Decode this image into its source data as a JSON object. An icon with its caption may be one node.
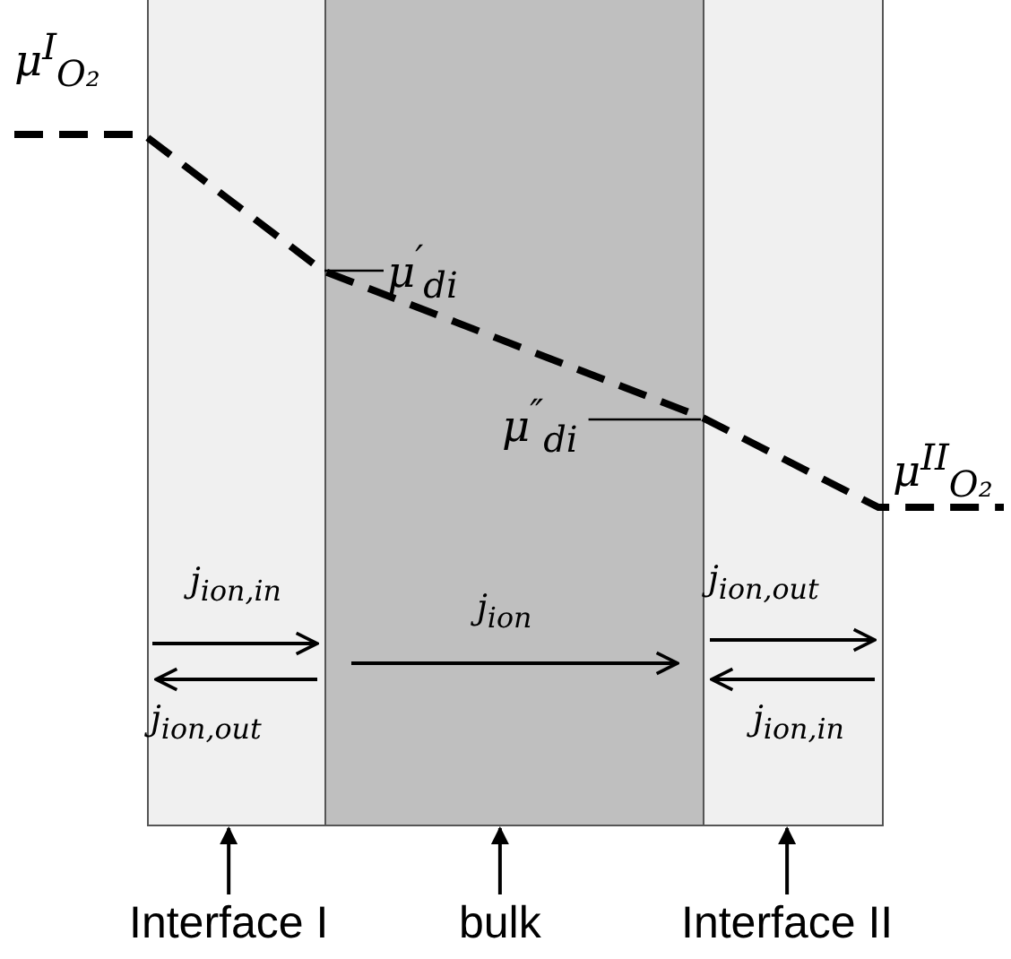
{
  "diagram": {
    "nodes": [
      {
        "text": [],
        "shape": "box"
      },
      {
        "text": [],
        "shape": "box"
      },
      {
        "text": [],
        "shape": "box"
      },
      {
        "text": [
          "Interface I"
        ]
      },
      {
        "text": [
          "bulk"
        ]
      },
      {
        "text": [
          "Interface II"
        ]
      },
      {
        "text": [
          "μ$^{′}$$_{di}$"
        ],
        "in": 1
      },
      {
        "text": [
          "μ$^{″}$$_{di}$"
        ],
        "in": 1
      }
    ],
    "edges": [
      {
        "from": 3,
        "to": 0,
        "arrow": "to"
      },
      {
        "from": 4,
        "to": 1,
        "arrow": "to"
      },
      {
        "from": 5,
        "to": 2,
        "arrow": "to"
      },
      {
        "from": 6,
        "to": 0,
        "arrow": "none"
      },
      {
        "from": 7,
        "to": 2,
        "arrow": "none"
      }
    ],
    "labels": [
      "μ$^{I}$$_{O₂}$",
      "μ$^{II}$$_{O₂}$",
      "j$_{ion,in}$",
      "j$_{ion}$",
      "j$_{ion,out}$",
      "j$_{ion,out}$",
      "j$_{ion,in}$"
    ]
  }
}
